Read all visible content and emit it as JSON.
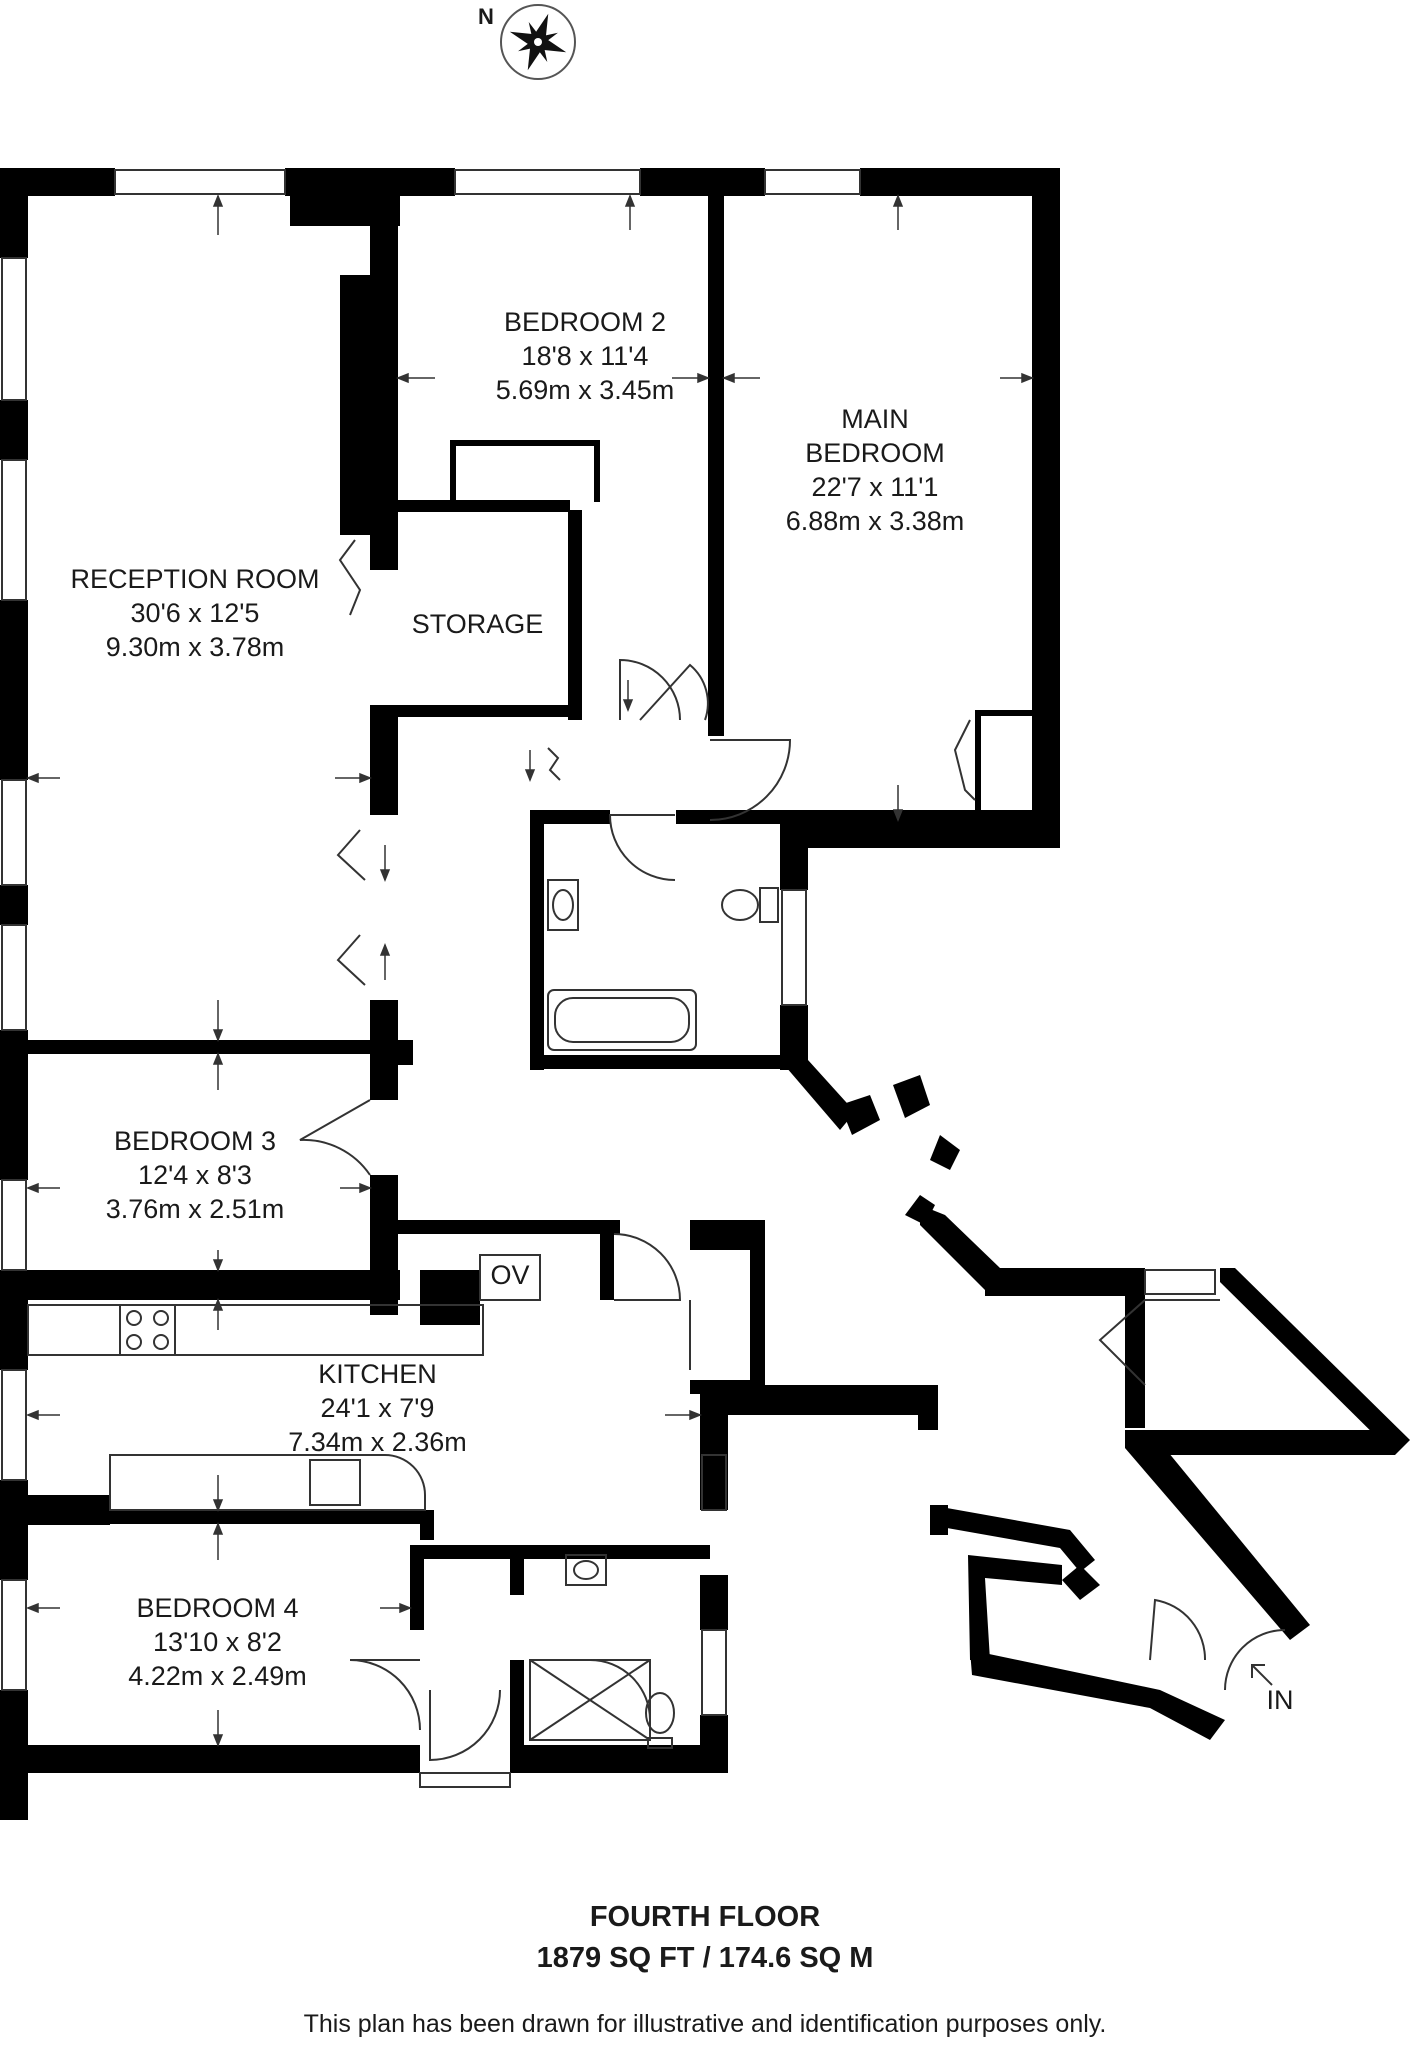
{
  "compass": {
    "north_label": "N",
    "icon": "compass-rose-icon"
  },
  "rooms": [
    {
      "id": "reception-room",
      "name": "RECEPTION ROOM",
      "imperial": "30'6 x 12'5",
      "metric": "9.30m x 3.78m"
    },
    {
      "id": "bedroom-2",
      "name": "BEDROOM 2",
      "imperial": "18'8 x 11'4",
      "metric": "5.69m x 3.45m"
    },
    {
      "id": "main-bedroom",
      "name_line1": "MAIN",
      "name_line2": "BEDROOM",
      "imperial": "22'7 x 11'1",
      "metric": "6.88m x 3.38m"
    },
    {
      "id": "storage",
      "name": "STORAGE"
    },
    {
      "id": "bedroom-3",
      "name": "BEDROOM 3",
      "imperial": "12'4 x 8'3",
      "metric": "3.76m x 2.51m"
    },
    {
      "id": "kitchen",
      "name": "KITCHEN",
      "imperial": "24'1 x 7'9",
      "metric": "7.34m x 2.36m"
    },
    {
      "id": "bedroom-4",
      "name": "BEDROOM 4",
      "imperial": "13'10 x 8'2",
      "metric": "4.22m x 2.49m"
    }
  ],
  "oven_label": "OV",
  "entrance_label": "IN",
  "floor": {
    "name": "FOURTH FLOOR",
    "area": "1879 SQ FT / 174.6 SQ M"
  },
  "disclaimer": "This plan has been drawn for illustrative and identification purposes only.",
  "colors": {
    "wall": "#000000",
    "text": "#1a1a1a",
    "background": "#ffffff"
  }
}
